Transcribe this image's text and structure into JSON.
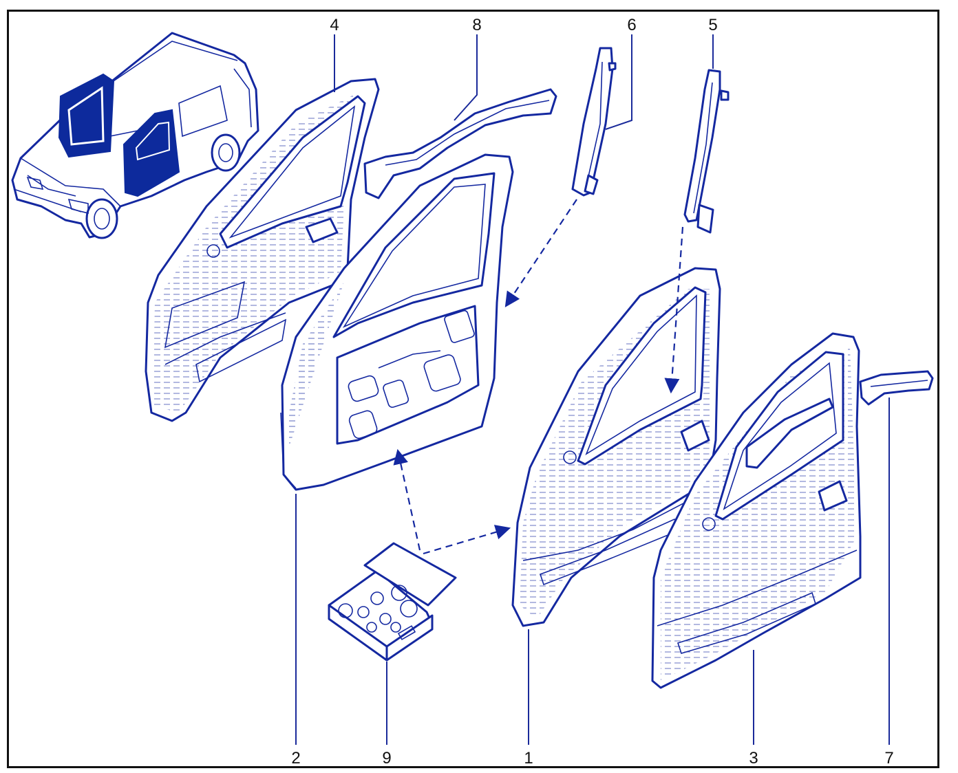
{
  "diagram": {
    "callouts": {
      "c1": "1",
      "c2": "2",
      "c3": "3",
      "c4": "4",
      "c5": "5",
      "c6": "6",
      "c7": "7",
      "c8": "8",
      "c9": "9"
    }
  },
  "colors": {
    "line": "#1428a0",
    "highlight": "#0d2a9c",
    "frame": "#111111"
  }
}
